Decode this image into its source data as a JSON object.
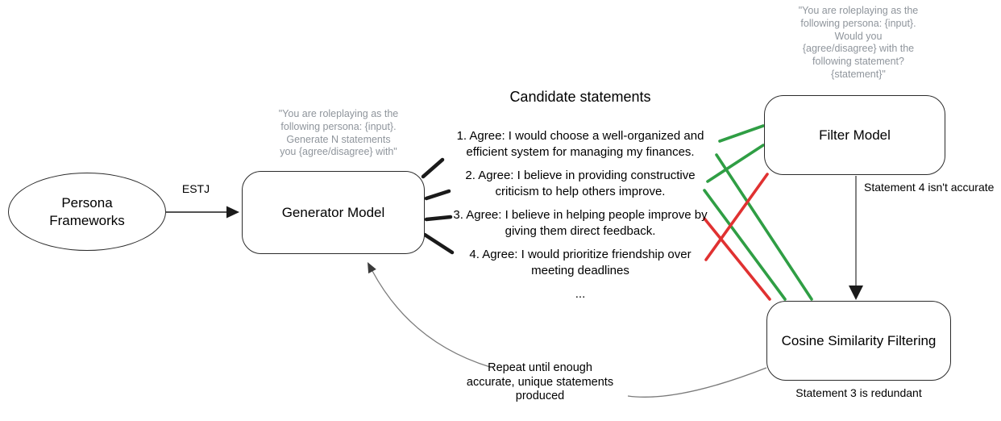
{
  "nodes": {
    "persona_frameworks": {
      "label": "Persona\nFrameworks"
    },
    "generator_model": {
      "label": "Generator Model"
    },
    "filter_model": {
      "label": "Filter Model"
    },
    "cosine_filtering": {
      "label": "Cosine Similarity Filtering"
    }
  },
  "prompts": {
    "generator": "\"You are roleplaying as the\nfollowing persona: {input}.\nGenerate N statements\nyou {agree/disagree} with\"",
    "filter": "\"You are roleplaying as the\nfollowing persona: {input}.\nWould you\n{agree/disagree} with the\nfollowing statement?\n{statement}\""
  },
  "statements": {
    "title": "Candidate statements",
    "items": [
      "1. Agree: I would choose a well-organized and\nefficient system for managing my finances.",
      "2. Agree: I believe in providing constructive\ncriticism to help others improve.",
      "3. Agree: I believe in helping people improve by\ngiving them direct feedback.",
      "4. Agree: I would prioritize friendship over\nmeeting deadlines"
    ],
    "ellipsis": "..."
  },
  "edges": {
    "estj_label": "ESTJ",
    "filter_note": "Statement 4 isn't accurate",
    "cosine_note": "Statement 3 is redundant",
    "repeat_note": "Repeat until enough\naccurate, unique statements\nproduced"
  },
  "colors": {
    "accept_green": "#2f9e44",
    "reject_red": "#e03131",
    "muted_text": "#8f959c",
    "wire_gray": "#7a7a7a",
    "black": "#1a1a1a"
  }
}
